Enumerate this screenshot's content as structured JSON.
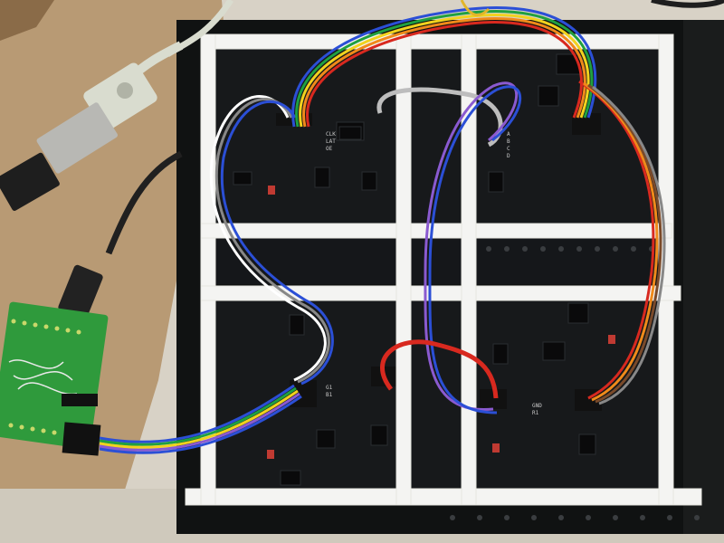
{
  "photo": {
    "subject": "",
    "colors": {
      "desk": "#d8d2c6",
      "cardboard": "#b89a74",
      "panel_back": "#101212",
      "pcb": "#17191b",
      "frame": "#f4f4f2",
      "green_board": "#2f9a3c",
      "usb_cable": "#d9dccf",
      "black_cable": "#202020",
      "ribbon": [
        "#2b4fd6",
        "#20a040",
        "#f1d21e",
        "#f08a1a",
        "#d8291f",
        "#7a4a2a",
        "#888888",
        "#ffffff",
        "#8a5ad0"
      ]
    },
    "silkscreen_samples": [
      "CLK",
      "LAT",
      "OE",
      "GND",
      "R1",
      "G1",
      "B1",
      "A",
      "B",
      "C",
      "D"
    ]
  }
}
